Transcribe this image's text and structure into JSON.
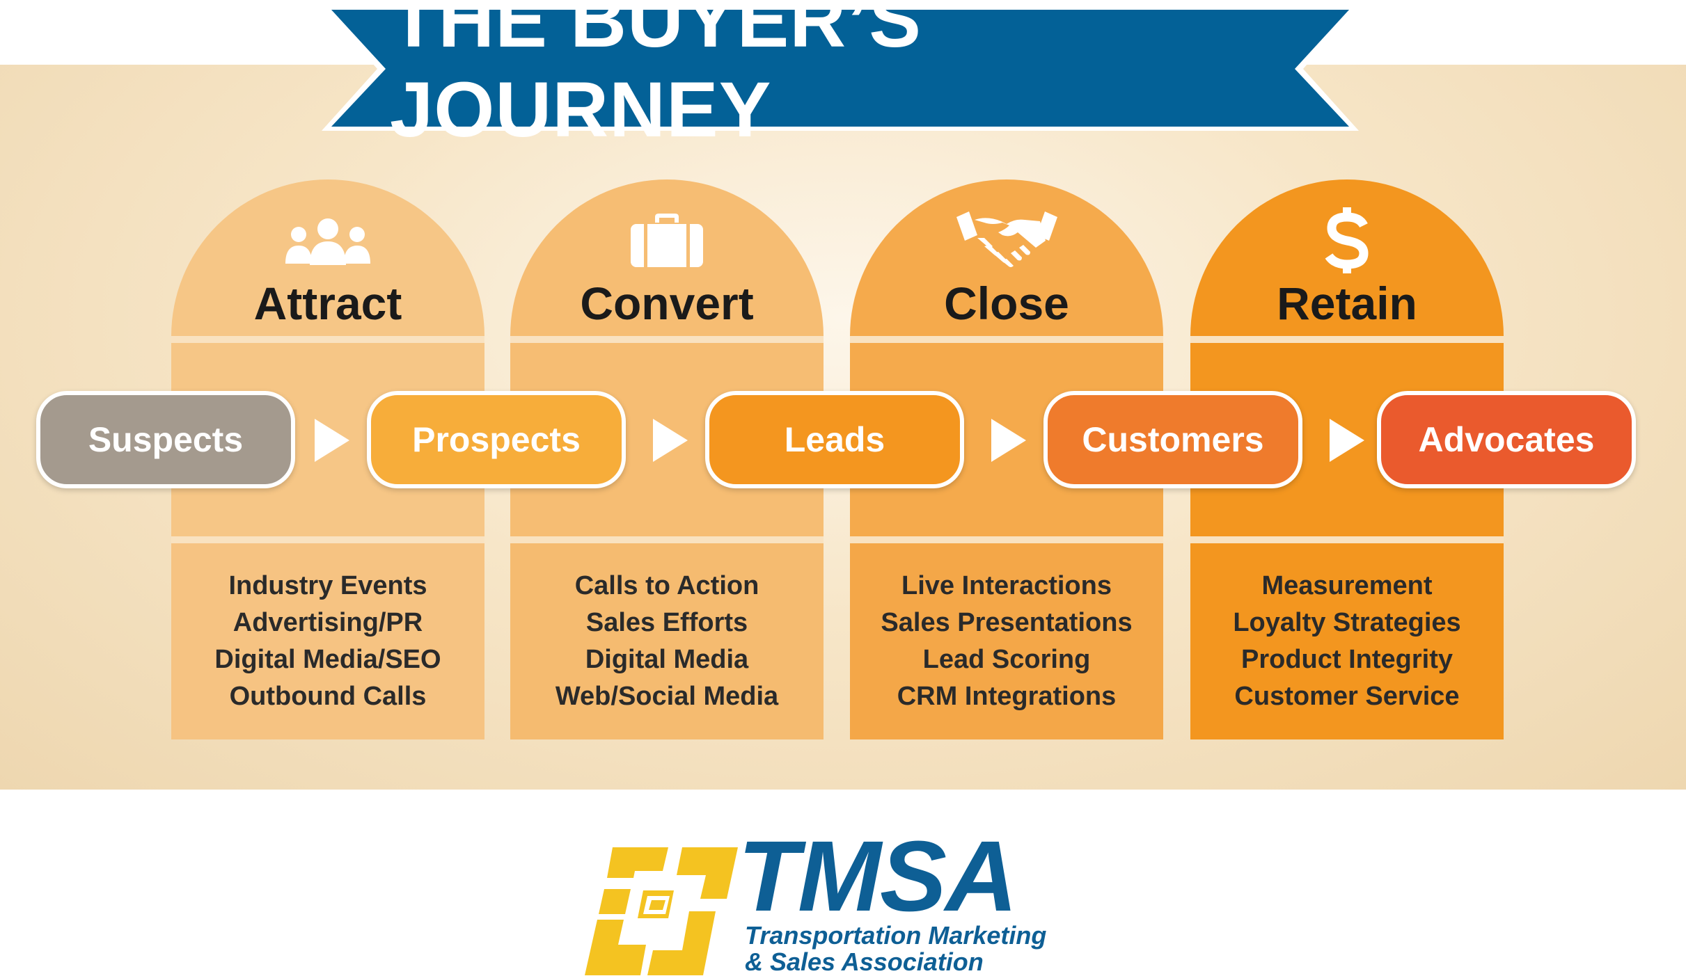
{
  "title": "THE BUYER’S JOURNEY",
  "colors": {
    "ribbon": "#036197",
    "suspects": "#a49a8e",
    "prospects": "#f7ad3a",
    "leads": "#f4961f",
    "customers": "#ef7b2c",
    "advocates": "#ea5a2d",
    "logo_blue": "#0e5f95",
    "logo_yellow": "#f4c321"
  },
  "phases": [
    {
      "title": "Attract",
      "icon": "people-icon",
      "items": [
        "Industry Events",
        "Advertising/PR",
        "Digital Media/SEO",
        "Outbound Calls"
      ]
    },
    {
      "title": "Convert",
      "icon": "briefcase-icon",
      "items": [
        "Calls to Action",
        "Sales Efforts",
        "Digital Media",
        "Web/Social Media"
      ]
    },
    {
      "title": "Close",
      "icon": "handshake-icon",
      "items": [
        "Live Interactions",
        "Sales Presentations",
        "Lead Scoring",
        "CRM Integrations"
      ]
    },
    {
      "title": "Retain",
      "icon": "dollar-icon",
      "items": [
        "Measurement",
        "Loyalty Strategies",
        "Product Integrity",
        "Customer Service"
      ]
    }
  ],
  "stages": [
    "Suspects",
    "Prospects",
    "Leads",
    "Customers",
    "Advocates"
  ],
  "logo": {
    "name": "TMSA",
    "subtitle_line1": "Transportation Marketing",
    "subtitle_line2": "& Sales Association"
  }
}
